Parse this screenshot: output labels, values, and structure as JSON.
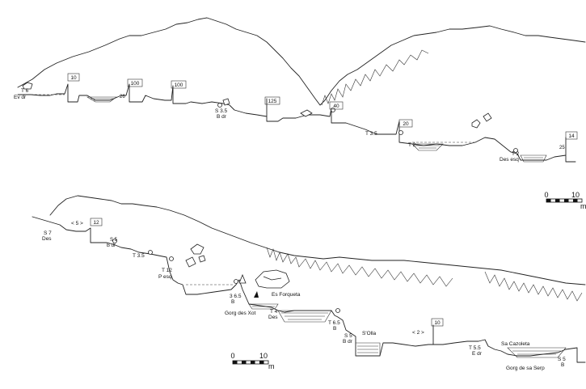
{
  "top_profile": {
    "rope_boxes": [
      "10",
      "100",
      "100",
      "125",
      "40",
      "20",
      "14"
    ],
    "labels": {
      "t6": "T 6",
      "ev_dr": "Ev dr",
      "n26": "26",
      "s35": "S 3.5",
      "b_dr": "B dr",
      "t35": "T 3.5",
      "t2a": "T 2",
      "t2b": "T 2",
      "des_esq": "Des esq",
      "n25": "25"
    }
  },
  "bottom_profile": {
    "rope_boxes": [
      "12",
      "10"
    ],
    "brackets": [
      "< 5 >",
      "< 2 >"
    ],
    "labels": {
      "s7": "S 7",
      "des1": "Des",
      "s5a": "S 5",
      "b_dr1": "B dr",
      "t35": "T 3.5",
      "t12": "T 12",
      "p_esq": "P esq",
      "s65": "3 6.5",
      "b1": "B",
      "es_forqueta": "Es Forqueta",
      "gorg_des_xot": "Gorg des Xot",
      "t4": "T 4",
      "des2": "Des",
      "t65": "T 6.5",
      "b2": "B",
      "s5b": "S 5",
      "b_dr2": "B dr",
      "solla": "S'Olla",
      "t55": "T 5.5",
      "e_dr": "E dr",
      "sa_cazoleta": "Sa Cazoleta",
      "s5c": "S 5",
      "b3": "B",
      "gorg_de_sa_serp": "Gorg de sa Serp"
    }
  },
  "scale_top": {
    "zero": "0",
    "ten": "10",
    "unit": "m"
  },
  "scale_bottom": {
    "zero": "0",
    "ten": "10",
    "unit": "m"
  }
}
